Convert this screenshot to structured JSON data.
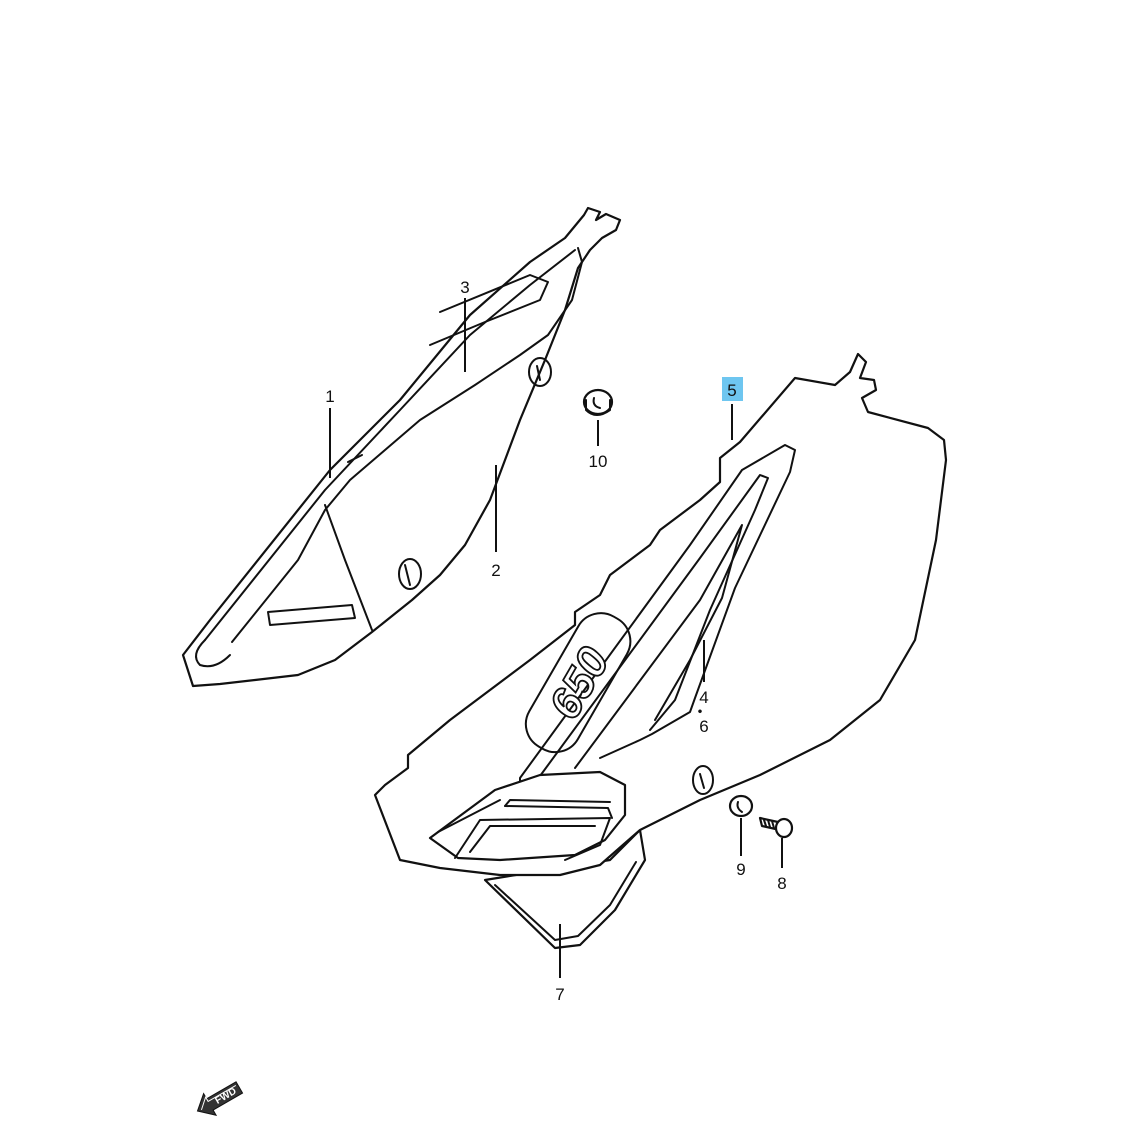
{
  "callouts": {
    "part_1": "1",
    "part_2": "2",
    "part_3": "3",
    "part_4": "4",
    "part_4_6_separator": "・",
    "part_6": "6",
    "part_5": "5",
    "part_7": "7",
    "part_8": "8",
    "part_9": "9",
    "part_10": "10"
  },
  "emblem": {
    "text": "650"
  },
  "direction_arrow": {
    "text": "FWD"
  },
  "colors": {
    "highlight": "#6ec6f0",
    "line": "#111111",
    "background": "#ffffff"
  }
}
